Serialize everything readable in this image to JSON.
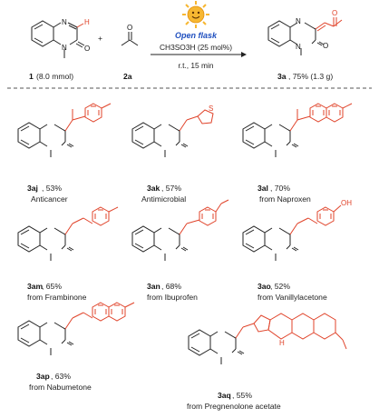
{
  "reaction": {
    "reactant1_label": "1",
    "reactant1_amount": "(8.0 mmol)",
    "plus": "+",
    "reactant2_label": "2a",
    "condition_flask": "Open flask",
    "condition_reagent": "CH3SO3H (25 mol%)",
    "condition_time": "r.t., 15 min",
    "product_label": "3a",
    "product_yield": ", 75% (1.3 g)",
    "atoms": {
      "N": "N",
      "H": "H",
      "O": "O"
    }
  },
  "products": [
    {
      "id": "3aj",
      "yield": ", 53%",
      "note": "Anticancer"
    },
    {
      "id": "3ak",
      "yield": ", 57%",
      "note": "Antimicrobial",
      "hetero": "S"
    },
    {
      "id": "3al",
      "yield": ", 70%",
      "note": "from Naproxen"
    },
    {
      "id": "3am",
      "yield": ", 65%",
      "note": "from Frambinone"
    },
    {
      "id": "3an",
      "yield": ", 68%",
      "note": "from Ibuprofen"
    },
    {
      "id": "3ao",
      "yield": ", 52%",
      "note": "from Vanillylacetone",
      "oh": "OH"
    },
    {
      "id": "3ap",
      "yield": ", 63%",
      "note": "from Nabumetone"
    },
    {
      "id": "3aq",
      "yield": ", 55%",
      "note": "from Pregnenolone acetate",
      "stereo_h": "H"
    }
  ],
  "colors": {
    "highlight": "#e0432a",
    "flask_text": "#1f4fbf",
    "sun": "#f7b731",
    "bond": "#222222"
  }
}
